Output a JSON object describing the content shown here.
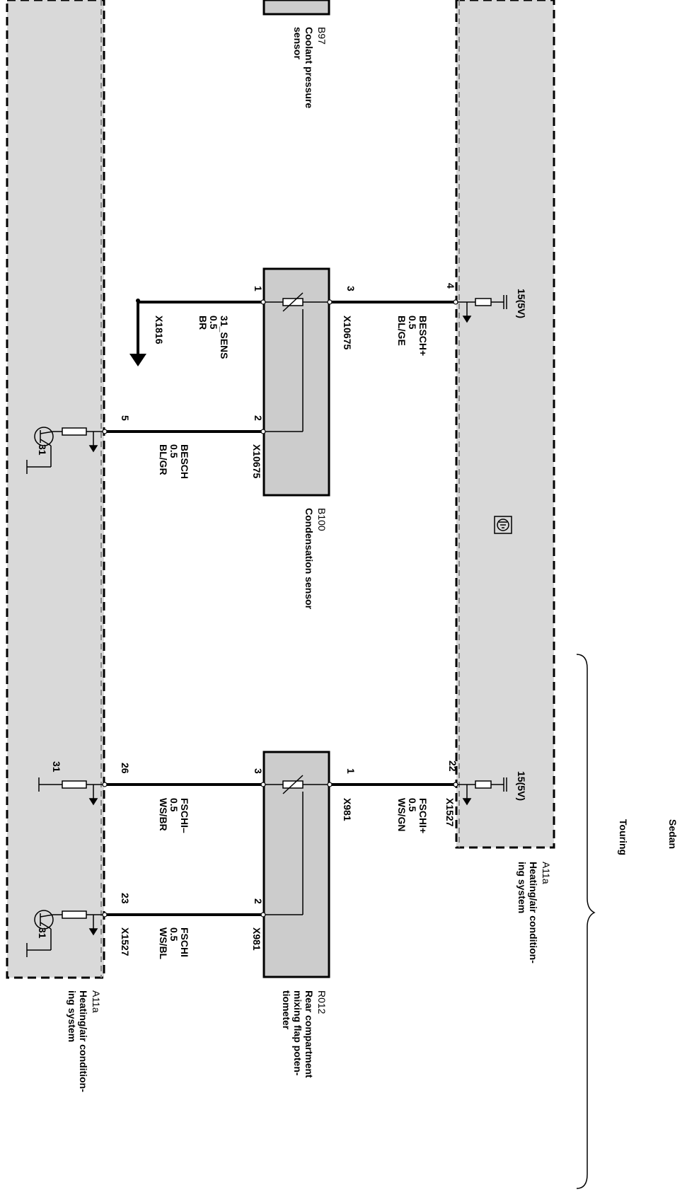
{
  "variants": {
    "sedan": "Sedan",
    "touring": "Touring"
  },
  "modules": {
    "a11a_left": {
      "id": "A11a",
      "name": [
        "Heating/air condition-",
        "ing system"
      ]
    },
    "a11a_right": {
      "id": "A11a",
      "name": [
        "Heating/air condition-",
        "ing system"
      ]
    }
  },
  "components": {
    "b97": {
      "id": "B97",
      "name": [
        "Coolant pressure",
        "sensor"
      ]
    },
    "b100": {
      "id": "B100",
      "name": [
        "Condensation sensor"
      ]
    },
    "r012": {
      "id": "R012",
      "name": [
        "Rear compartment",
        "mixing flap poten-",
        "tiometer"
      ]
    }
  },
  "supply": {
    "label": "15(5V)"
  },
  "ground": {
    "label": "31"
  },
  "wires": {
    "besch_plus": {
      "signal": "BESCH+",
      "size": "0.5",
      "color": "BL/GE"
    },
    "sens_31": {
      "signal": "31_SENS",
      "size": "0.5",
      "color": "BR"
    },
    "besch": {
      "signal": "BESCH",
      "size": "0.5",
      "color": "BL/GR"
    },
    "fschi_plus": {
      "signal": "FSCHI+",
      "size": "0.5",
      "color": "WS/GN"
    },
    "fschi_minus": {
      "signal": "FSCHI–",
      "size": "0.5",
      "color": "WS/BR"
    },
    "fschi": {
      "signal": "FSCHI",
      "size": "0.5",
      "color": "WS/BL"
    }
  },
  "connectors": {
    "x10675_a": "X10675",
    "x10675_b": "X10675",
    "x1816": "X1816",
    "x981_a": "X981",
    "x981_b": "X981",
    "x1527_a": "X1527",
    "x1527_b": "X1527"
  },
  "pins": {
    "a11a_right_4": "4",
    "a11a_right_22": "22",
    "a11a_left_5": "5",
    "a11a_left_26": "26",
    "a11a_left_23": "23",
    "b100_1": "1",
    "b100_2": "2",
    "b100_3": "3",
    "r012_1": "1",
    "r012_2": "2",
    "r012_3": "3"
  },
  "colors": {
    "module_fill": "#d9d9d9",
    "component_fill": "#cccccc",
    "line": "#000000"
  }
}
